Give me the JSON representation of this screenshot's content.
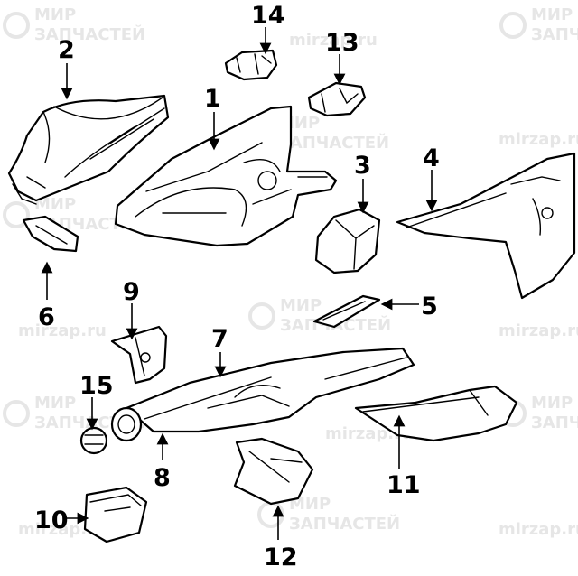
{
  "watermark": {
    "line1": "МИР",
    "line2": "ЗАПЧАСТЕЙ",
    "site": "mirzap.ru"
  },
  "callouts": [
    {
      "id": "1",
      "label": "1"
    },
    {
      "id": "2",
      "label": "2"
    },
    {
      "id": "3",
      "label": "3"
    },
    {
      "id": "4",
      "label": "4"
    },
    {
      "id": "5",
      "label": "5"
    },
    {
      "id": "6",
      "label": "6"
    },
    {
      "id": "7",
      "label": "7"
    },
    {
      "id": "8",
      "label": "8"
    },
    {
      "id": "9",
      "label": "9"
    },
    {
      "id": "10",
      "label": "10"
    },
    {
      "id": "11",
      "label": "11"
    },
    {
      "id": "12",
      "label": "12"
    },
    {
      "id": "13",
      "label": "13"
    },
    {
      "id": "14",
      "label": "14"
    },
    {
      "id": "15",
      "label": "15"
    }
  ],
  "colors": {
    "line": "#000000",
    "background": "#ffffff",
    "watermark": "#e6e6e6"
  }
}
